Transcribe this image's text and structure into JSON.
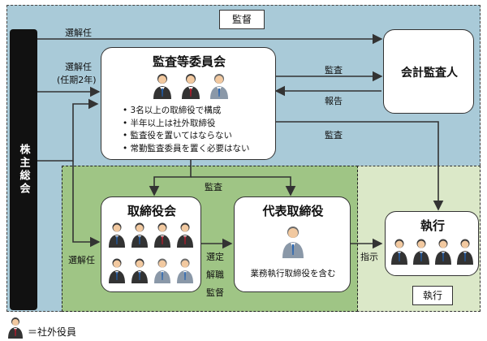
{
  "regions": {
    "supervision_label": "監督",
    "execution_label": "執行"
  },
  "shareholders": {
    "label": "株主総会"
  },
  "audit_committee": {
    "title": "監査等委員会",
    "features": [
      "3名以上の取締役で構成",
      "半年以上は社外取締役",
      "監査役を置いてはならない",
      "常勤監査委員を置く必要はない"
    ]
  },
  "accounting_auditor": {
    "title": "会計監査人"
  },
  "board": {
    "title": "取締役会"
  },
  "representative": {
    "title": "代表取締役",
    "desc": "業務執行取締役を含む"
  },
  "execution": {
    "title": "執行"
  },
  "flows": {
    "appoint_auditor": "選解任",
    "appoint_committee": "選解任",
    "term": "(任期2年)",
    "appoint_board": "選解任",
    "audit_auditor": "監査",
    "report": "報告",
    "audit_execution": "監査",
    "audit_board": "監査",
    "select": "選定",
    "dismiss": "解職",
    "supervise": "監督",
    "instruct": "指示"
  },
  "legend": {
    "text": "＝社外役員"
  },
  "colors": {
    "supervision_bg": "#a9cad8",
    "execution_outer_bg": "#dbe8c8",
    "execution_inner_bg": "#9fc585",
    "outside_officer_tie": "#1f5fb0",
    "inside_officer_tie": "#c0182a"
  }
}
